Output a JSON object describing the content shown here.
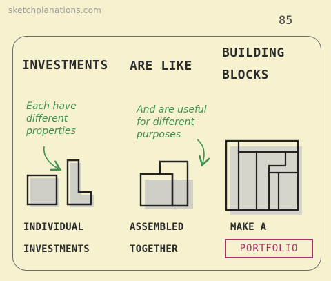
{
  "site": "sketchplanations.com",
  "page_number": "85",
  "title": {
    "part1": "INVESTMENTS",
    "part2": "ARE LIKE",
    "part3": "BUILDING",
    "part4": "BLOCKS"
  },
  "notes": {
    "left": [
      "Each have",
      "different",
      "properties"
    ],
    "middle": [
      "And are useful",
      "for different",
      "purposes"
    ]
  },
  "captions": {
    "first": [
      "INDIVIDUAL",
      "INVESTMENTS"
    ],
    "second": [
      "ASSEMBLED",
      "TOGETHER"
    ],
    "third": "MAKE A",
    "highlight": "PORTFOLIO"
  },
  "colors": {
    "background": "#f6f2d0",
    "ink": "#2b2b2b",
    "note_green": "#3f8f4f",
    "accent": "#a8326a",
    "shadow": "#cfcfc8"
  }
}
